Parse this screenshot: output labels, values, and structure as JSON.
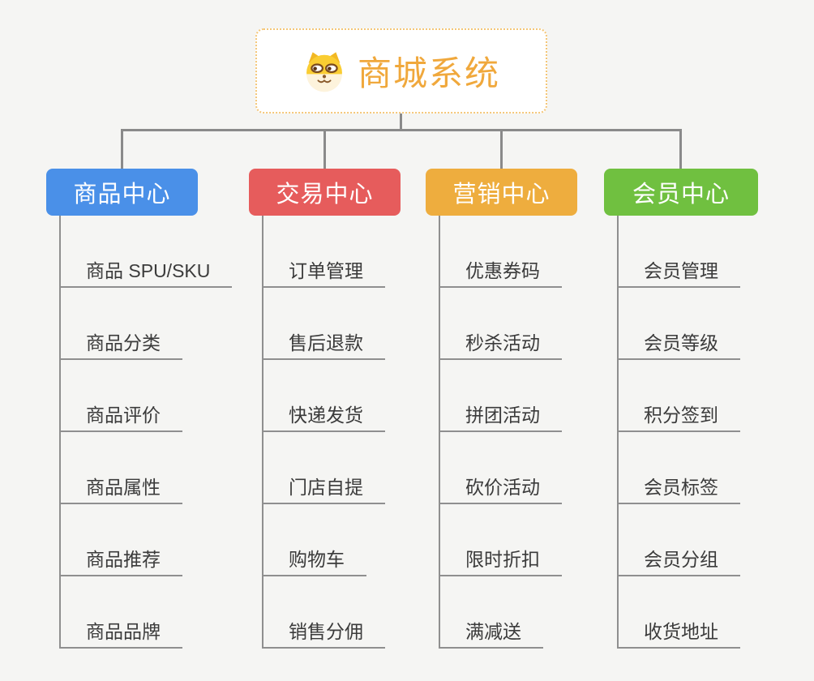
{
  "root": {
    "title": "商城系统",
    "icon": "shiba-dog-icon"
  },
  "branches": [
    {
      "label": "商品中心",
      "color": "#4a90e8",
      "items": [
        "商品 SPU/SKU",
        "商品分类",
        "商品评价",
        "商品属性",
        "商品推荐",
        "商品品牌"
      ]
    },
    {
      "label": "交易中心",
      "color": "#e65c5c",
      "items": [
        "订单管理",
        "售后退款",
        "快递发货",
        "门店自提",
        "购物车",
        "销售分佣"
      ]
    },
    {
      "label": "营销中心",
      "color": "#eead3e",
      "items": [
        "优惠券码",
        "秒杀活动",
        "拼团活动",
        "砍价活动",
        "限时折扣",
        "满减送"
      ]
    },
    {
      "label": "会员中心",
      "color": "#70c040",
      "items": [
        "会员管理",
        "会员等级",
        "积分签到",
        "会员标签",
        "会员分组",
        "收货地址"
      ]
    }
  ],
  "colors": {
    "background": "#f5f5f3",
    "root_title": "#f0a83c",
    "root_border": "#f4c677",
    "connector": "#8a8a8a",
    "underline": "#8f8f8f",
    "item_text": "#3b3b3b"
  }
}
